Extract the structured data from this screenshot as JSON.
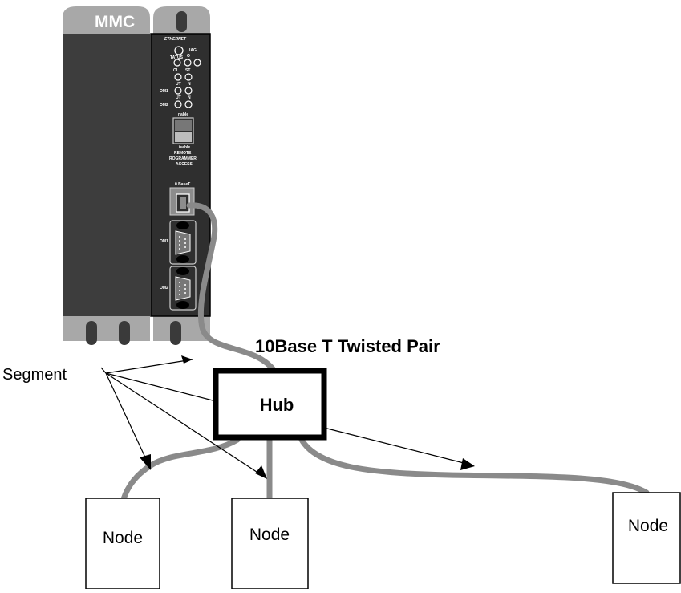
{
  "module": {
    "brand": "MMC",
    "ethernet_label": "ETHERNET",
    "diag_label": "IAG",
    "status_label": "TATUS",
    "led_row1_labels": [
      "OL",
      "ST"
    ],
    "led_row2_labels": [
      "UT",
      "N"
    ],
    "led_row3_labels": [
      "UT",
      "N"
    ],
    "com1_label": "OM1",
    "com2_label": "OM2",
    "switch_top_label": "nable",
    "switch_bottom_label": "isable",
    "remote_line1": "REMOTE",
    "remote_line2": "ROGRAMMER",
    "remote_line3": "ACCESS",
    "port_label": "0 BaseT",
    "port_com1_label": "OM1",
    "port_com2_label": "OM2"
  },
  "labels": {
    "cable": "10Base T Twisted Pair",
    "segment": "Segment",
    "hub": "Hub"
  },
  "nodes": [
    {
      "label": "Node"
    },
    {
      "label": "Node"
    },
    {
      "label": "Node"
    }
  ],
  "colors": {
    "module_dark": "#3d3d3d",
    "module_light": "#a8a8a8",
    "cable": "#8a8a8a",
    "black": "#000000"
  }
}
